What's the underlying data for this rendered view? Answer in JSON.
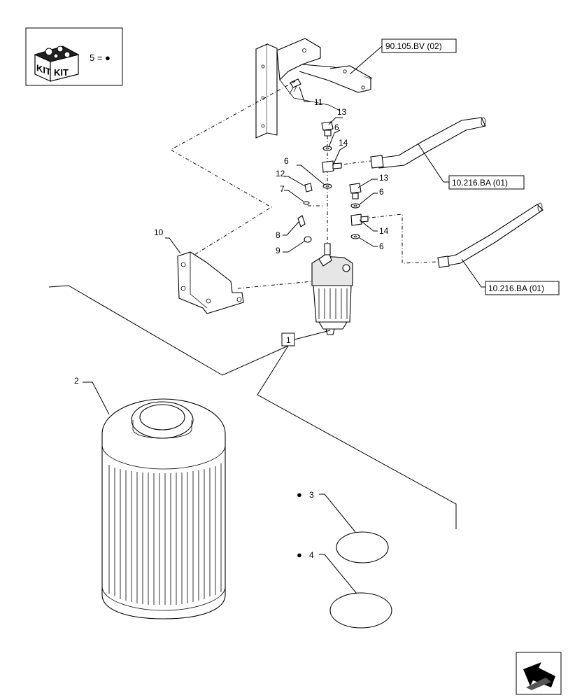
{
  "kit_legend": {
    "kit_label_left": "KIT",
    "kit_label_right": "KIT",
    "text": "5 = ●"
  },
  "callouts": {
    "p1": "1",
    "p2": "2",
    "p3": "3",
    "p4": "4",
    "p6a": "6",
    "p6b": "6",
    "p6c": "6",
    "p6d": "6",
    "p7": "7",
    "p8": "8",
    "p9": "9",
    "p10": "10",
    "p11": "11",
    "p12": "12",
    "p13a": "13",
    "p13b": "13",
    "p14a": "14",
    "p14b": "14"
  },
  "references": {
    "ref_top": "90.105.BV (02)",
    "ref_mid": "10.216.BA (01)",
    "ref_low": "10.216.BA (01)"
  },
  "kit_marker": "●",
  "nav_icon": "next-page-arrow-icon"
}
